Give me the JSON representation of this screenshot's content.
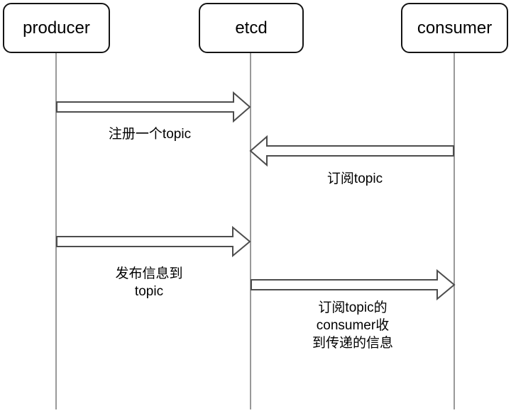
{
  "diagram": {
    "type": "sequence-diagram",
    "actors": [
      {
        "id": "producer",
        "label": "producer"
      },
      {
        "id": "etcd",
        "label": "etcd"
      },
      {
        "id": "consumer",
        "label": "consumer"
      }
    ],
    "messages": [
      {
        "from": "producer",
        "to": "etcd",
        "direction": "right",
        "label": "注册一个topic"
      },
      {
        "from": "consumer",
        "to": "etcd",
        "direction": "left",
        "label": "订阅topic"
      },
      {
        "from": "producer",
        "to": "etcd",
        "direction": "right",
        "label": "发布信息到\ntopic"
      },
      {
        "from": "etcd",
        "to": "consumer",
        "direction": "right",
        "label": "订阅topic的\nconsumer收\n到传递的信息"
      }
    ],
    "colors": {
      "background": "#ffffff",
      "actor_border": "#141414",
      "lifeline": "#999999",
      "arrow_outline": "#4d4d4d",
      "text": "#000000"
    }
  }
}
